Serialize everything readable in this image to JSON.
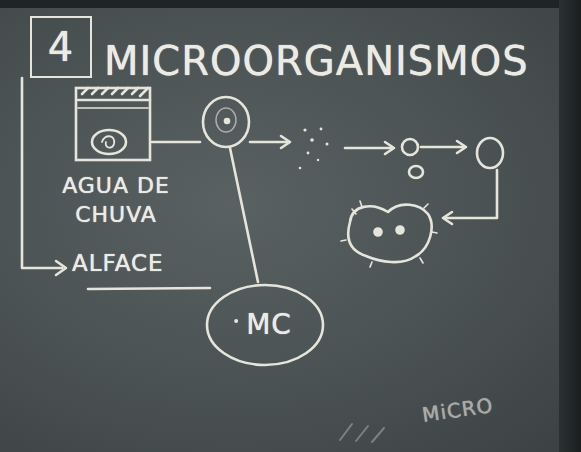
{
  "diagram": {
    "title": "MICROORGANISMOS",
    "nodes": [
      {
        "text": [
          "4"
        ]
      },
      {
        "text": [
          "AGUA DE CHUVA"
        ]
      },
      {
        "text": [
          "MC"
        ]
      }
    ],
    "labels": [
      "ALFACE",
      "MiCRO"
    ]
  }
}
